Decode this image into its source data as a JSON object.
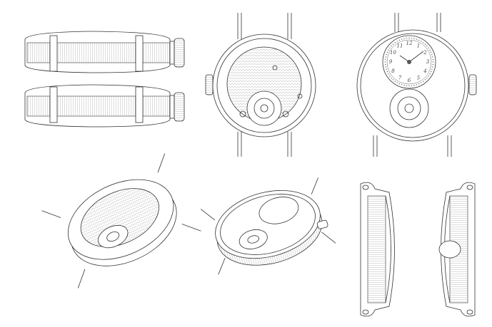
{
  "drawing": {
    "subject": "watch-technical-views",
    "dial_numerals": [
      "12",
      "1",
      "2",
      "3",
      "4",
      "5",
      "6",
      "7",
      "8",
      "9",
      "10",
      "11"
    ],
    "line_color": "#333333",
    "background": "#ffffff"
  }
}
